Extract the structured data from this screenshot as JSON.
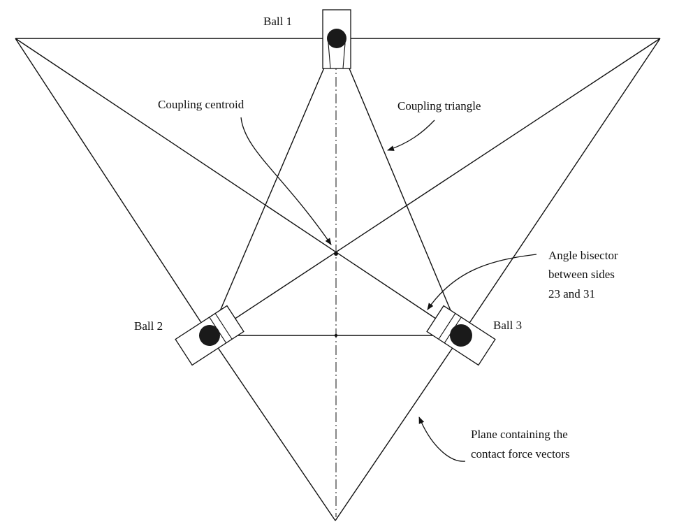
{
  "labels": {
    "ball1": "Ball 1",
    "ball2": "Ball 2",
    "ball3": "Ball 3",
    "coupling_centroid": "Coupling centroid",
    "coupling_triangle": "Coupling triangle",
    "angle_bisector_line1": "Angle bisector",
    "angle_bisector_line2": "between sides",
    "angle_bisector_line3": "23 and 31",
    "plane_line1": "Plane containing the",
    "plane_line2": "contact force vectors"
  },
  "colors": {
    "line": "#111111",
    "ball": "#1a1a1a",
    "background": "#ffffff"
  }
}
